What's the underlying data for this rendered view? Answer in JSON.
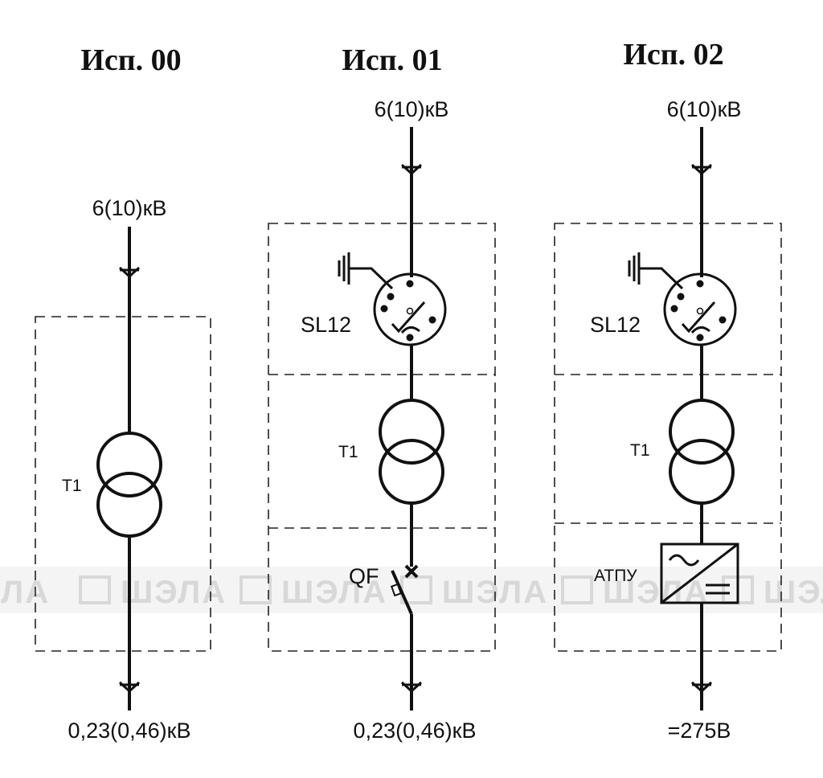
{
  "variants": [
    {
      "title": "Исп. 00",
      "input_voltage": "6(10)кВ",
      "transformer": "T1",
      "output_voltage": "0,23(0,46)кВ"
    },
    {
      "title": "Исп. 01",
      "input_voltage": "6(10)кВ",
      "switch": "SL12",
      "transformer": "T1",
      "breaker": "QF",
      "output_voltage": "0,23(0,46)кВ"
    },
    {
      "title": "Исп. 02",
      "input_voltage": "6(10)кВ",
      "switch": "SL12",
      "transformer": "T1",
      "converter": "АТПУ",
      "output_voltage": "=275В"
    }
  ],
  "watermark": {
    "text": "ШЭЛА"
  }
}
